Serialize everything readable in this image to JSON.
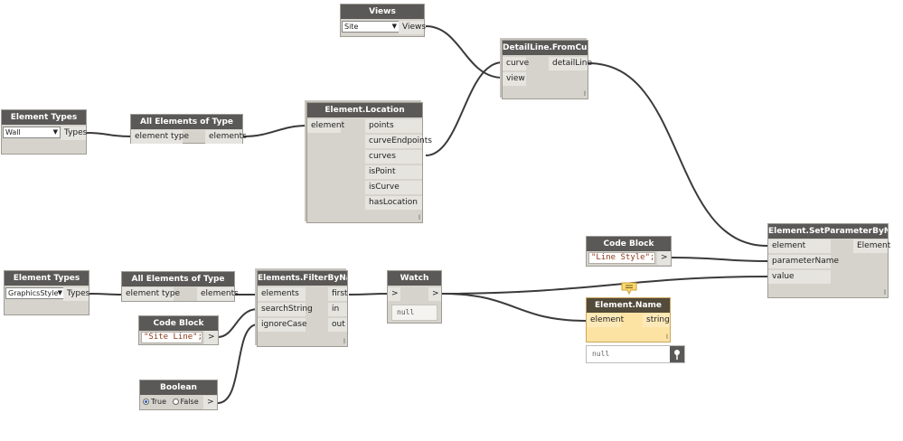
{
  "colors": {
    "wire": "#3a3a3a",
    "node_body": "#d6d3cc",
    "node_header": "#5a5957",
    "preview_gold": "#fde3a3"
  },
  "nodes": {
    "views": {
      "title": "Views",
      "selected": "Site",
      "output": "Views"
    },
    "detailline": {
      "title": "DetailLine.FromCurve",
      "inputs": [
        "curve",
        "view"
      ],
      "output": "detailLine",
      "lacing": "l"
    },
    "elemtypes1": {
      "title": "Element Types",
      "selected": "Wall",
      "output": "Types"
    },
    "allelems1": {
      "title": "All Elements of Type",
      "input": "element type",
      "output": "elements"
    },
    "location": {
      "title": "Element.Location",
      "input": "element",
      "outputs": [
        "points",
        "curveEndpoints",
        "curves",
        "isPoint",
        "isCurve",
        "hasLocation"
      ],
      "lacing": "l"
    },
    "setparam": {
      "title": "Element.SetParameterByName",
      "inputs": [
        "element",
        "parameterName",
        "value"
      ],
      "output": "Element",
      "lacing": "l"
    },
    "codeblock1": {
      "title": "Code Block",
      "code": "\"Line Style\";",
      "output": ">"
    },
    "elemname": {
      "title": "Element.Name",
      "input": "element",
      "output": "string",
      "lacing": "l",
      "preview": "null"
    },
    "elemtypes2": {
      "title": "Element Types",
      "selected": "GraphicsStyle",
      "output": "Types"
    },
    "allelems2": {
      "title": "All Elements of Type",
      "input": "element type",
      "output": "elements"
    },
    "filter": {
      "title": "Elements.FilterByName",
      "inputs": [
        "elements",
        "searchString",
        "ignoreCase"
      ],
      "outputs": [
        "first",
        "in",
        "out"
      ],
      "lacing": "l"
    },
    "watch": {
      "title": "Watch",
      "input": ">",
      "output": ">",
      "value": "null"
    },
    "codeblock2": {
      "title": "Code Block",
      "code": "\"Site Line\";",
      "output": ">"
    },
    "boolean": {
      "title": "Boolean",
      "true_label": "True",
      "false_label": "False",
      "output": ">"
    }
  }
}
